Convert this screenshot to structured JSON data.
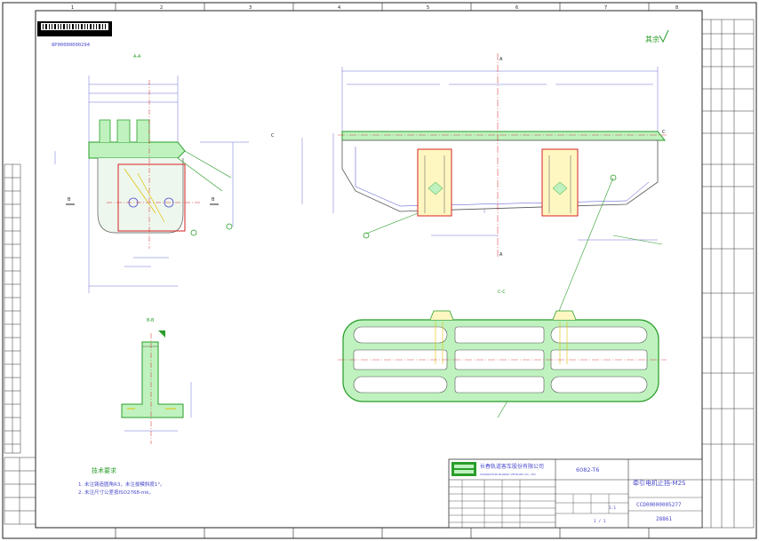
{
  "drawing": {
    "barcode_number": "8P00000000294",
    "roughness_mark": "其余",
    "section_labels": {
      "aa": "A-A",
      "bb": "B-B",
      "cc": "C-C",
      "a_mark": "A",
      "b_mark": "B",
      "c_mark": "C"
    },
    "grid_columns": [
      "1",
      "2",
      "3",
      "4",
      "5",
      "6",
      "7",
      "8"
    ],
    "notes": {
      "title": "技术要求",
      "items": [
        "1. 未注铸造圆角R3，未注拔模斜度1°。",
        "2. 未注尺寸公差按ISO2768-mk。"
      ]
    },
    "title_block": {
      "company_cn": "长春轨道客车股份有限公司",
      "company_en": "CHANGCHUN RAILWAY VEHICLES CO., LTD.",
      "material": "6082-T6",
      "part_name": "牵引电机止挡-M2S",
      "part_number": "CCD00000005277",
      "doc_number": "28861",
      "scale_value": "1:1",
      "sheet_info": "1 / 1"
    }
  }
}
